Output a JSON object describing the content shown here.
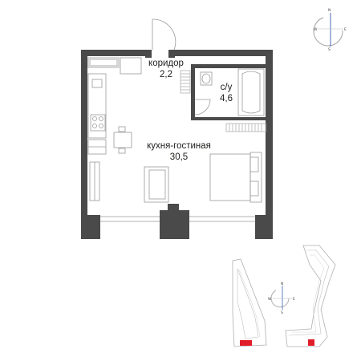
{
  "rooms": [
    {
      "name": "коридор",
      "area": "2,2"
    },
    {
      "name": "с/у",
      "area": "4,6"
    },
    {
      "name": "кухня-гостиная",
      "area": "30,5"
    }
  ],
  "compass_main": {
    "north": "N",
    "east": "E",
    "south": "S",
    "west": "W"
  },
  "compass_mini": {
    "north": "N",
    "east": "E",
    "south": "S",
    "west": "W"
  },
  "colors": {
    "wall": "#4a4a4a",
    "line": "#9a9a9a",
    "highlight": "#e01e2a",
    "compass_accent": "#1e4aa8"
  }
}
